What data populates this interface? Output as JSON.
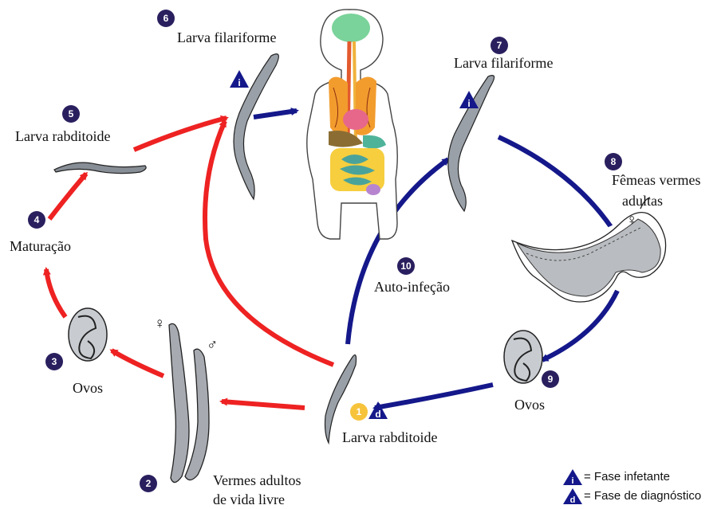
{
  "colors": {
    "red": "#ee2222",
    "blue": "#14188a",
    "badge": "#2a1f5e",
    "badge_yellow": "#f6c33b"
  },
  "steps": [
    {
      "num": "1",
      "label": "Larva rabditoide"
    },
    {
      "num": "2",
      "label_line1": "Vermes adultos",
      "label_line2": "de vida livre"
    },
    {
      "num": "3",
      "label": "Ovos"
    },
    {
      "num": "4",
      "label": "Maturação"
    },
    {
      "num": "5",
      "label": "Larva rabditoide"
    },
    {
      "num": "6",
      "label": "Larva filariforme"
    },
    {
      "num": "7",
      "label": "Larva filariforme"
    },
    {
      "num": "8",
      "label_line1": "Fêmeas vermes",
      "label_line2": "adultas"
    },
    {
      "num": "9",
      "label": "Ovos"
    },
    {
      "num": "10",
      "label": "Auto-infeção"
    }
  ],
  "symbols": {
    "female": "♀",
    "male": "♂",
    "infective": "i",
    "diagnostic": "d"
  },
  "legend": {
    "infective": "= Fase infetante",
    "diagnostic": "= Fase de diagnóstico"
  }
}
